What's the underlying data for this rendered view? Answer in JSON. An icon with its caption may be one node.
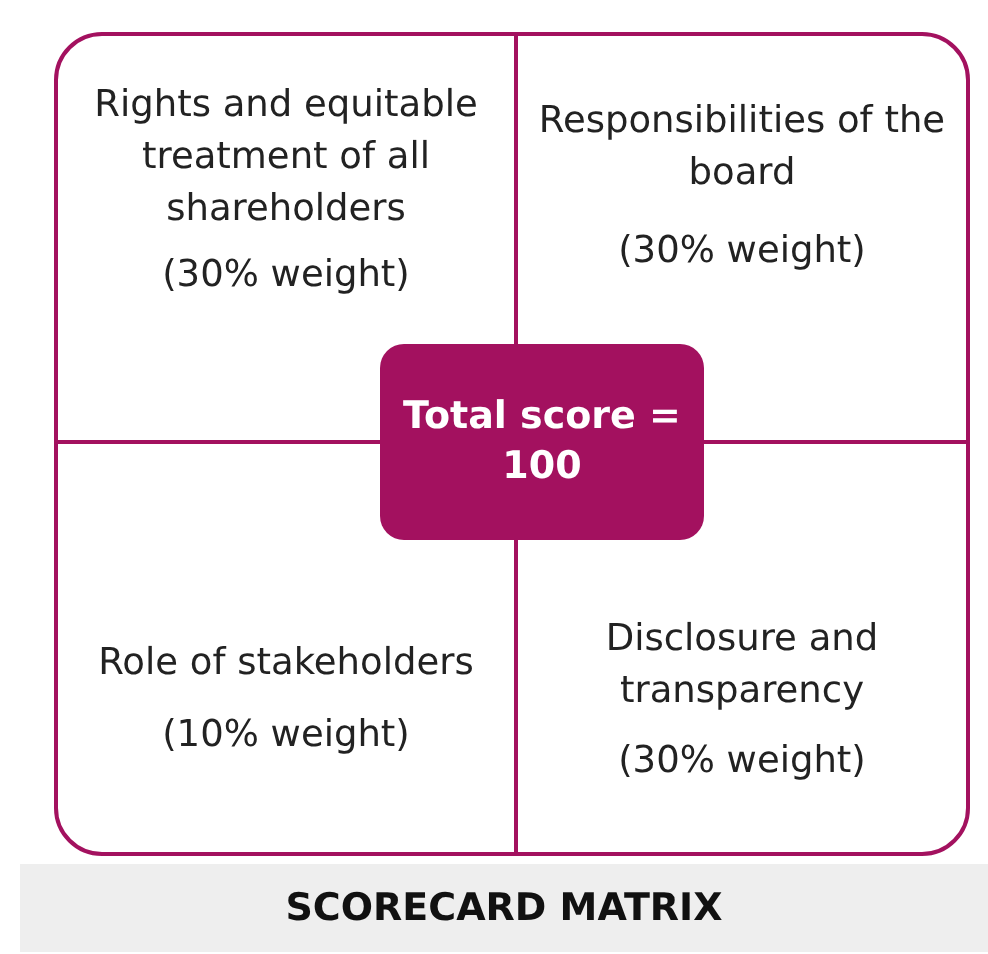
{
  "diagram": {
    "title": "SCORECARD MATRIX",
    "nodes": [
      {
        "text": [
          "Rights and equitable treatment of all shareholders",
          "(30% weight)"
        ]
      },
      {
        "text": [
          "Responsibilities of the board",
          "(30% weight)"
        ]
      },
      {
        "text": [
          "Role of stakeholders",
          "(10% weight)"
        ]
      },
      {
        "text": [
          "Disclosure and transparency",
          "(30% weight)"
        ]
      },
      {
        "text": [
          "Total score = 100"
        ]
      }
    ]
  }
}
